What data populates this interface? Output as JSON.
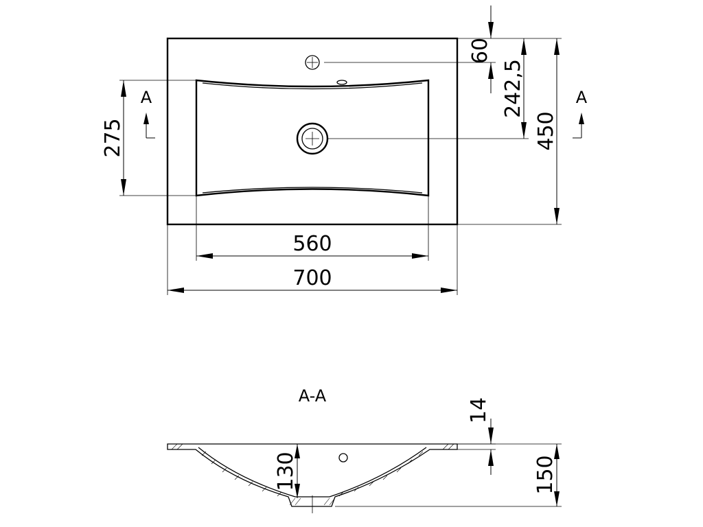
{
  "top_view": {
    "width_outer": "700",
    "width_bowl": "560",
    "depth_outer": "450",
    "depth_bowl": "275",
    "tap_hole_offset": "60",
    "drain_offset": "242,5",
    "section_marker_left": "A",
    "section_marker_right": "A"
  },
  "section_view": {
    "title": "A-A",
    "rim_thickness": "14",
    "bowl_depth": "130",
    "total_height": "150"
  }
}
